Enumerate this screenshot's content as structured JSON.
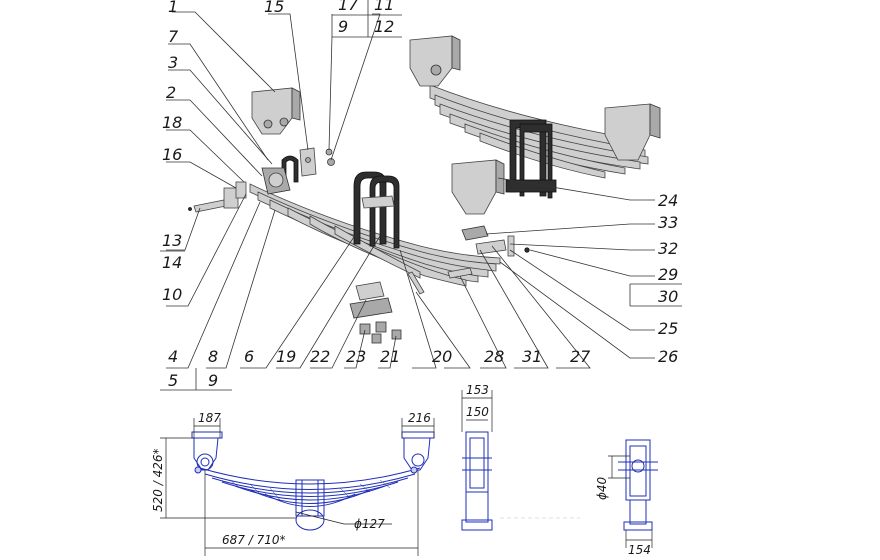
{
  "callouts_top": [
    "1",
    "15",
    "17",
    "9",
    "11",
    "12"
  ],
  "callouts_left": [
    "7",
    "3",
    "2",
    "18",
    "16",
    "13",
    "14",
    "10"
  ],
  "callouts_right": [
    "24",
    "33",
    "32",
    "29",
    "30",
    "25",
    "26"
  ],
  "callouts_bottom": [
    "4",
    "5",
    "8",
    "9",
    "6",
    "19",
    "22",
    "23",
    "21",
    "20",
    "28",
    "31",
    "27"
  ],
  "dimensions": {
    "bracket_width_left": "187",
    "bracket_width_right": "216",
    "side_width_outer": "153",
    "side_width_inner": "150",
    "height": "520 / 426*",
    "span": "687 / 710*",
    "bolt_diameter": "ϕ127",
    "end_diameter": "ϕ40",
    "end_width": "154"
  },
  "colors": {
    "drawing_blue": "#1f2fb8",
    "part_gray": "#cfcfcf",
    "part_dark": "#2e2e2e"
  }
}
